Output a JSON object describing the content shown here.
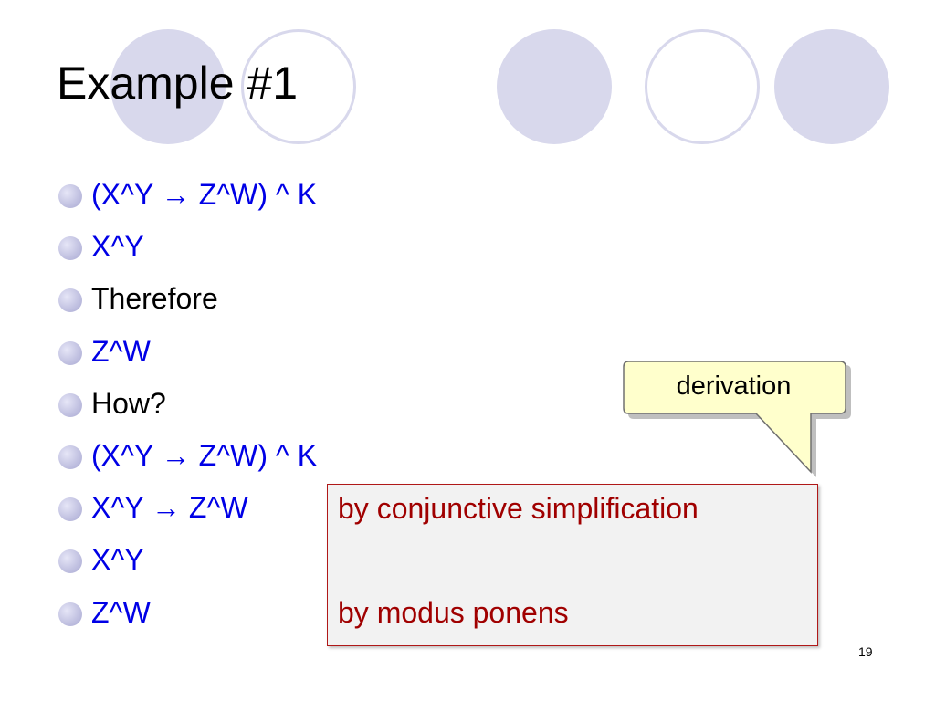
{
  "slide": {
    "title": "Example #1",
    "page_number": "19"
  },
  "bullets": [
    {
      "text": "(X^Y → Z^W) ^ K",
      "color": "#0000e6"
    },
    {
      "text": "X^Y",
      "color": "#0000e6"
    },
    {
      "text": "Therefore",
      "color": "#000000"
    },
    {
      "text": "Z^W",
      "color": "#0000e6"
    },
    {
      "text": "How?",
      "color": "#000000"
    },
    {
      "text": "(X^Y → Z^W) ^ K",
      "color": "#0000e6"
    },
    {
      "text": "X^Y → Z^W",
      "color": "#0000e6"
    },
    {
      "text": "X^Y",
      "color": "#0000e6"
    },
    {
      "text": "Z^W",
      "color": "#0000e6"
    }
  ],
  "callout": {
    "label": "derivation",
    "fill": "#ffffcc",
    "border": "#707070"
  },
  "justifications": {
    "lines": [
      "by conjunctive simplification",
      "by modus ponens"
    ],
    "text_color": "#a00000",
    "border_color": "#b01818"
  },
  "colors": {
    "accent_circle": "#d8d8ec",
    "bullet_text": "#0000e6"
  },
  "icons": {
    "bullet": "bullet-circle-icon",
    "callout_tail": "speech-callout-tail-icon"
  }
}
